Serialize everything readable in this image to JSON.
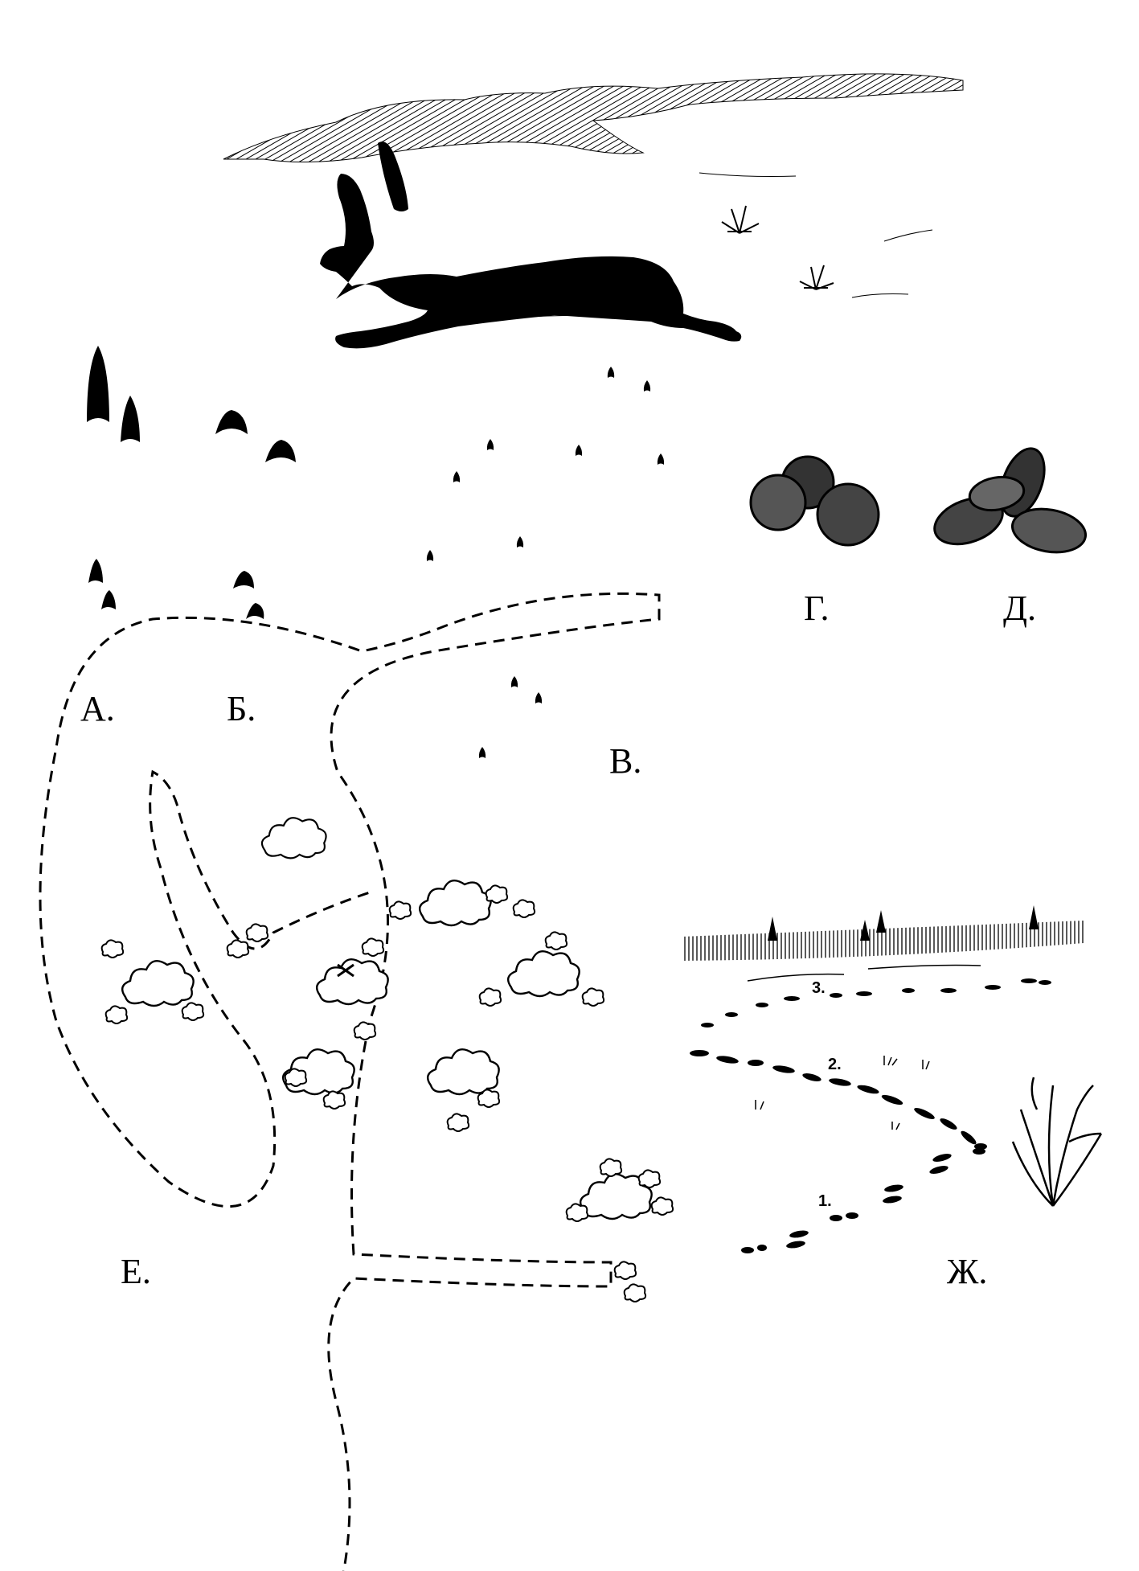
{
  "labels": {
    "a": "А.",
    "b": "Б.",
    "v": "В.",
    "g": "Г.",
    "d": "Д.",
    "e": "Е.",
    "zh": "Ж."
  },
  "track_numbers": [
    "1.",
    "2.",
    "3."
  ],
  "colors": {
    "ink": "#000000",
    "paper": "#ffffff"
  }
}
